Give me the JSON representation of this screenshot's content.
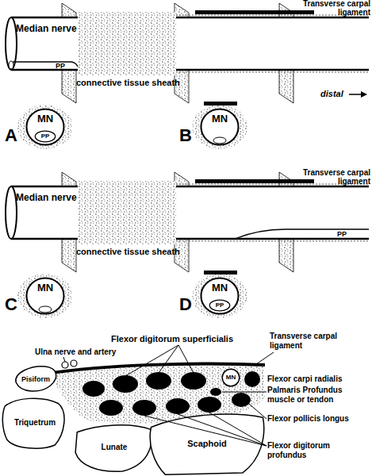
{
  "diagram": {
    "nodes": [
      {
        "text": [
          "MN"
        ]
      },
      {
        "text": [
          "PP"
        ],
        "in": 0
      },
      {
        "text": [
          "MN"
        ]
      },
      {
        "text": [
          "MN"
        ]
      },
      {
        "text": [
          "MN"
        ]
      },
      {
        "text": [
          "PP"
        ],
        "in": 4
      },
      {
        "text": [
          "Pisiform"
        ]
      },
      {
        "text": [
          "MN"
        ]
      },
      {
        "text": [
          "Triquetrum"
        ]
      },
      {
        "text": [
          "Lunate"
        ]
      },
      {
        "text": [
          "Scaphoid"
        ]
      }
    ],
    "labels": [
      "Median nerve",
      "PP",
      "connective tissue sheath",
      "Transverse carpal ligament",
      "distal",
      "A",
      "B",
      "Median nerve",
      "connective tissue sheath",
      "Transverse carpal ligament",
      "PP",
      "C",
      "D",
      "Flexor digitorum superficialis",
      "Ulna nerve and artery",
      "Transverse carpal ligament",
      "Flexor carpi radialis",
      "Palmaris Profundus muscle or tendon",
      "Flexor pollicis longus",
      "Flexor digitorum profundus"
    ]
  }
}
